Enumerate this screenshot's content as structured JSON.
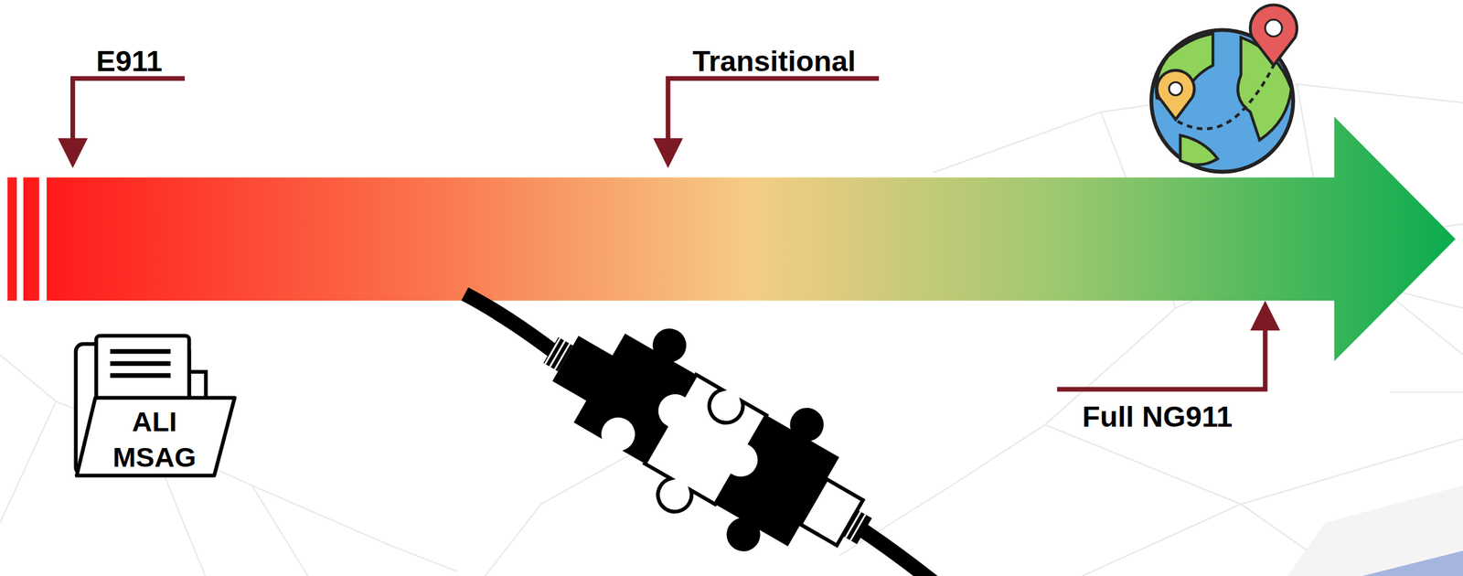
{
  "diagram": {
    "nodes": [
      {
        "text": [
          "ALI MSAG"
        ]
      }
    ],
    "edges": [],
    "labels": [
      "E911",
      "Transitional",
      "Full NG911"
    ]
  }
}
